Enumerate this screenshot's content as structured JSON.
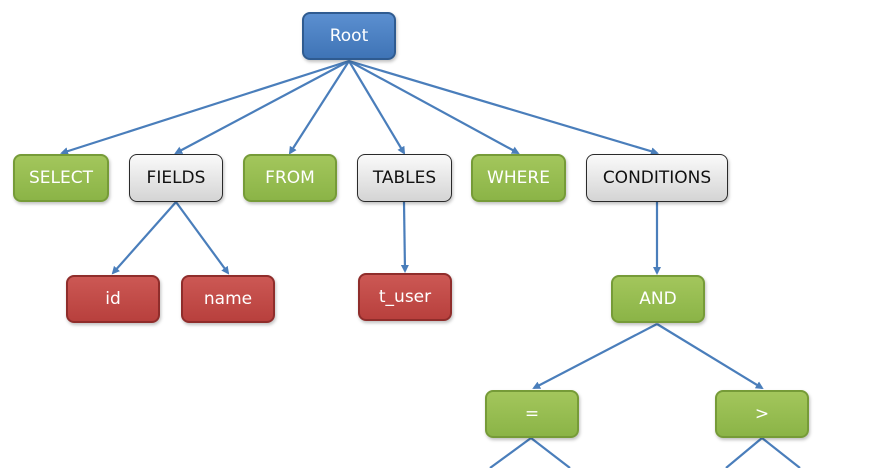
{
  "nodes": {
    "root": "Root",
    "select": "SELECT",
    "fields": "FIELDS",
    "from": "FROM",
    "tables": "TABLES",
    "where": "WHERE",
    "conditions": "CONDITIONS",
    "id": "id",
    "name": "name",
    "t_user": "t_user",
    "and": "AND",
    "eq": "=",
    "gt": ">"
  },
  "colors": {
    "edge": "#4a7ebb",
    "root": "#4f81bd",
    "keyword": "#9bbb59",
    "category": "#e0e0e0",
    "leaf": "#c0504d"
  }
}
